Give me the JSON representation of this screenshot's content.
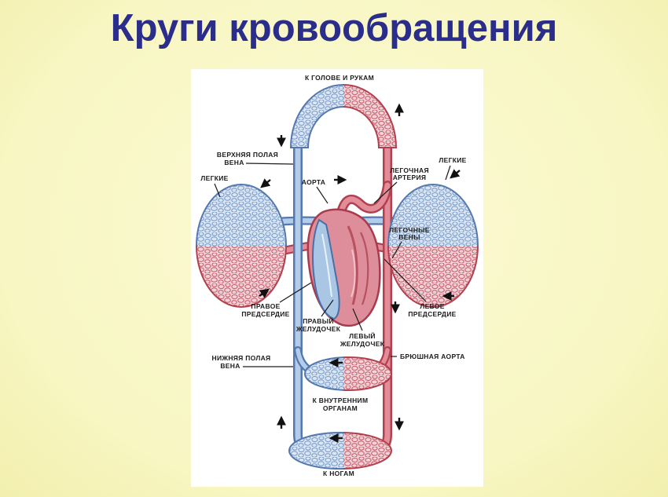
{
  "title": "Круги кровообращения",
  "colors": {
    "background": "#f8f6c2",
    "title_text": "#2b2d8a",
    "panel": "#ffffff",
    "vein_outline": "#5578ae",
    "vein_fill": "#b2cce9",
    "artery_outline": "#b2414f",
    "artery_fill": "#e28d99",
    "capillary_blue_bg": "#dae6f4",
    "capillary_blue_line": "#7b9cc9",
    "capillary_red_bg": "#f2d3d7",
    "capillary_red_line": "#c75f6e",
    "label_text": "#1c1c1c"
  },
  "labels": {
    "to_head": {
      "line1": "К ГОЛОВЕ И РУКАМ"
    },
    "superior_vena_cava": {
      "line1": "ВЕРХНЯЯ ПОЛАЯ",
      "line2": "ВЕНА"
    },
    "lungs_left": {
      "line1": "ЛЕГКИЕ"
    },
    "aorta": {
      "line1": "АОРТА"
    },
    "pulmonary_artery": {
      "line1": "ЛЕГОЧНАЯ",
      "line2": "АРТЕРИЯ"
    },
    "lungs_right": {
      "line1": "ЛЕГКИЕ"
    },
    "pulmonary_veins": {
      "line1": "ЛЕГОЧНЫЕ",
      "line2": "ВЕНЫ"
    },
    "right_atrium": {
      "line1": "ПРАВОЕ",
      "line2": "ПРЕДСЕРДИЕ"
    },
    "right_ventricle": {
      "line1": "ПРАВЫЙ",
      "line2": "ЖЕЛУДОЧЕК"
    },
    "left_ventricle": {
      "line1": "ЛЕВЫЙ",
      "line2": "ЖЕЛУДОЧЕК"
    },
    "left_atrium": {
      "line1": "ЛЕВОЕ",
      "line2": "ПРЕДСЕРДИЕ"
    },
    "inferior_vena_cava": {
      "line1": "НИЖНЯЯ ПОЛАЯ",
      "line2": "ВЕНА"
    },
    "abdominal_aorta": {
      "line1": "БРЮШНАЯ АОРТА"
    },
    "to_internal_organs": {
      "line1": "К ВНУТРЕННИМ",
      "line2": "ОРГАНАМ"
    },
    "to_legs": {
      "line1": "К НОГАМ"
    }
  }
}
